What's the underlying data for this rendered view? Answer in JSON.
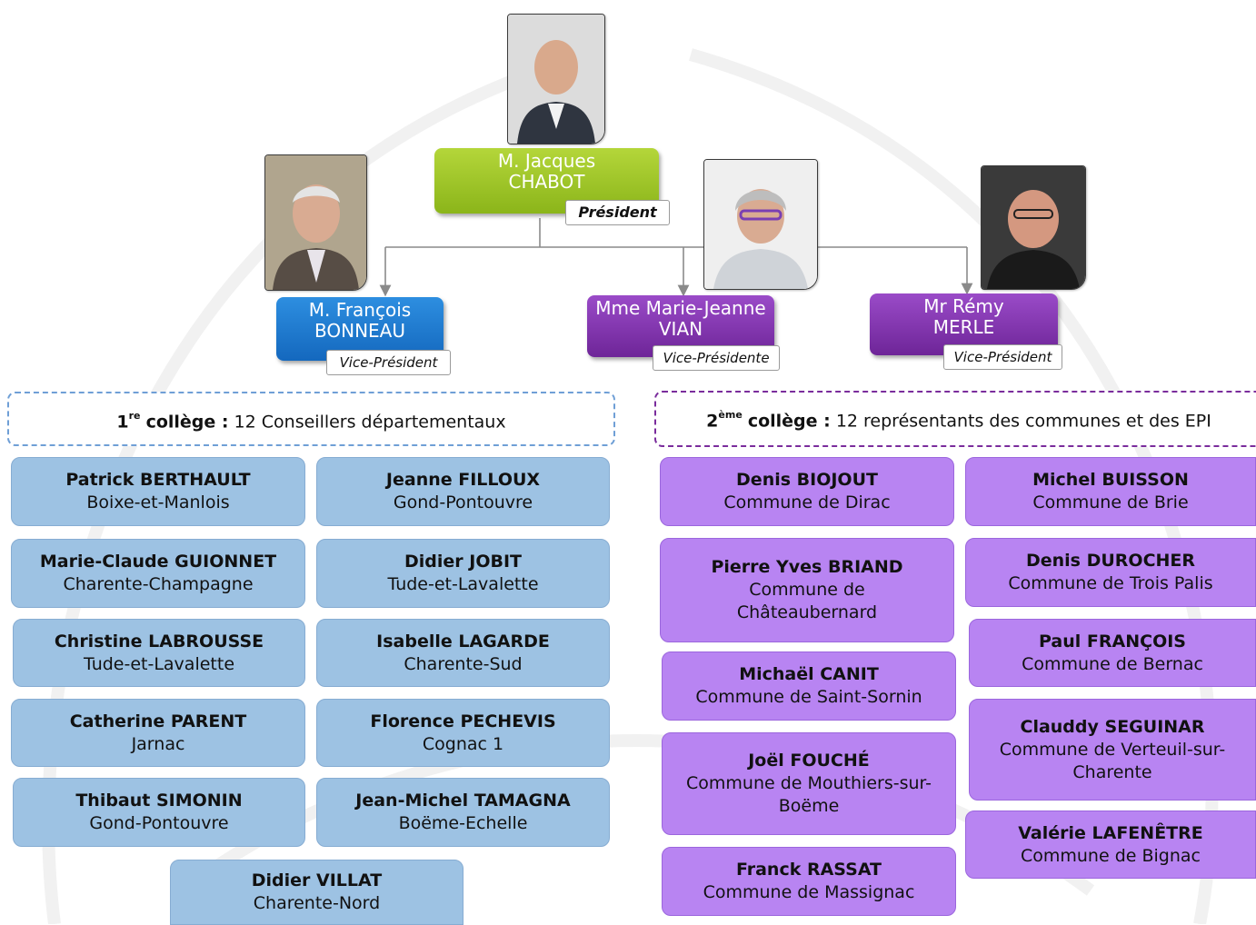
{
  "president": {
    "line1": "M. Jacques",
    "line2": "CHABOT",
    "role": "Président"
  },
  "vice_presidents": [
    {
      "line1": "M. François",
      "line2": "BONNEAU",
      "role": "Vice-Président"
    },
    {
      "line1": "Mme Marie-Jeanne",
      "line2": "VIAN",
      "role": "Vice-Présidente"
    },
    {
      "line1": "Mr Rémy",
      "line2": "MERLE",
      "role": "Vice-Président"
    }
  ],
  "college1": {
    "num": "1",
    "sup": "re",
    "label": "collège :",
    "desc": "12 Conseillers départementaux"
  },
  "college2": {
    "num": "2",
    "sup": "ème",
    "label": "collège :",
    "desc": "12 représentants des communes et des EPI"
  },
  "college1_members": [
    {
      "name": "Patrick BERTHAULT",
      "place": "Boixe-et-Manlois"
    },
    {
      "name": "Jeanne FILLOUX",
      "place": "Gond-Pontouvre"
    },
    {
      "name": "Marie-Claude GUIONNET",
      "place": "Charente-Champagne"
    },
    {
      "name": "Didier JOBIT",
      "place": "Tude-et-Lavalette"
    },
    {
      "name": "Christine LABROUSSE",
      "place": "Tude-et-Lavalette"
    },
    {
      "name": "Isabelle LAGARDE",
      "place": "Charente-Sud"
    },
    {
      "name": "Catherine PARENT",
      "place": "Jarnac"
    },
    {
      "name": "Florence PECHEVIS",
      "place": "Cognac 1"
    },
    {
      "name": "Thibaut SIMONIN",
      "place": "Gond-Pontouvre"
    },
    {
      "name": "Jean-Michel TAMAGNA",
      "place": "Boëme-Echelle"
    },
    {
      "name": "Didier VILLAT",
      "place": "Charente-Nord"
    }
  ],
  "college2_members": [
    {
      "name": "Denis BIOJOUT",
      "place": "Commune de Dirac"
    },
    {
      "name": "Michel BUISSON",
      "place": "Commune de Brie"
    },
    {
      "name": "Pierre Yves BRIAND",
      "place": "Commune de Châteaubernard"
    },
    {
      "name": "Denis DUROCHER",
      "place": "Commune de Trois Palis"
    },
    {
      "name": "Paul FRANÇOIS",
      "place": "Commune de Bernac"
    },
    {
      "name": "Michaël CANIT",
      "place": "Commune de Saint-Sornin"
    },
    {
      "name": "Clauddy SEGUINAR",
      "place": "Commune de Verteuil-sur-Charente"
    },
    {
      "name": "Joël FOUCHÉ",
      "place": "Commune de Mouthiers-sur-Boëme"
    },
    {
      "name": "Valérie LAFENÊTRE",
      "place": "Commune de Bignac"
    },
    {
      "name": "Franck RASSAT",
      "place": "Commune de Massignac"
    }
  ],
  "colors": {
    "president": "#9cc528",
    "vp_blue": "#1f7bd0",
    "vp_purple": "#7f35ab",
    "college1_card": "#9dc2e3",
    "college2_card": "#b884f2",
    "college1_border": "#6f9fd6",
    "college2_border": "#7a2c9c"
  }
}
